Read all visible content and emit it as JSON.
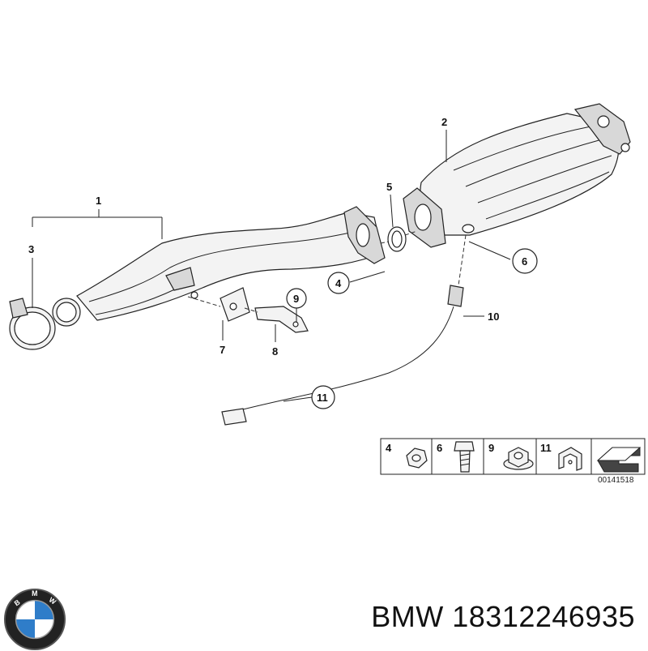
{
  "callouts": {
    "c1": "1",
    "c2": "2",
    "c3": "3",
    "c4": "4",
    "c5": "5",
    "c6": "6",
    "c7": "7",
    "c8": "8",
    "c9": "9",
    "c10": "10",
    "c11": "11"
  },
  "legend": {
    "items": [
      {
        "label": "4",
        "icon": "nut-icon"
      },
      {
        "label": "6",
        "icon": "bolt-icon"
      },
      {
        "label": "9",
        "icon": "collar-nut-icon"
      },
      {
        "label": "11",
        "icon": "bracket-icon"
      }
    ],
    "arrow_icon": "arrow-icon",
    "reference": "00141518"
  },
  "brand": {
    "logo_letters": "BMW",
    "caption": "BMW 18312246935"
  },
  "colors": {
    "line": "#222222",
    "fill_light": "#f3f3f3",
    "fill_dark": "#d8d8d8",
    "logo_blue": "#2f7dc9"
  }
}
